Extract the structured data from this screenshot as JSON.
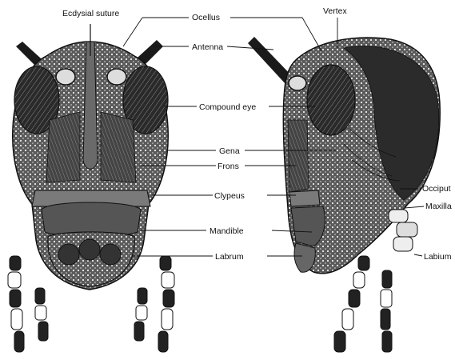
{
  "labels": {
    "ecdysial_suture": "Ecdysial suture",
    "ocellus": "Ocellus",
    "vertex": "Vertex",
    "antenna": "Antenna",
    "compound_eye": "Compound eye",
    "gena": "Gena",
    "frons": "Frons",
    "clypeus": "Clypeus",
    "occiput": "Occiput",
    "maxilla": "Maxilla",
    "mandible": "Mandible",
    "labium": "Labium",
    "labrum": "Labrum"
  },
  "colors": {
    "ink": "#111111",
    "shade": "#3a3a3a",
    "paper": "#ffffff"
  }
}
